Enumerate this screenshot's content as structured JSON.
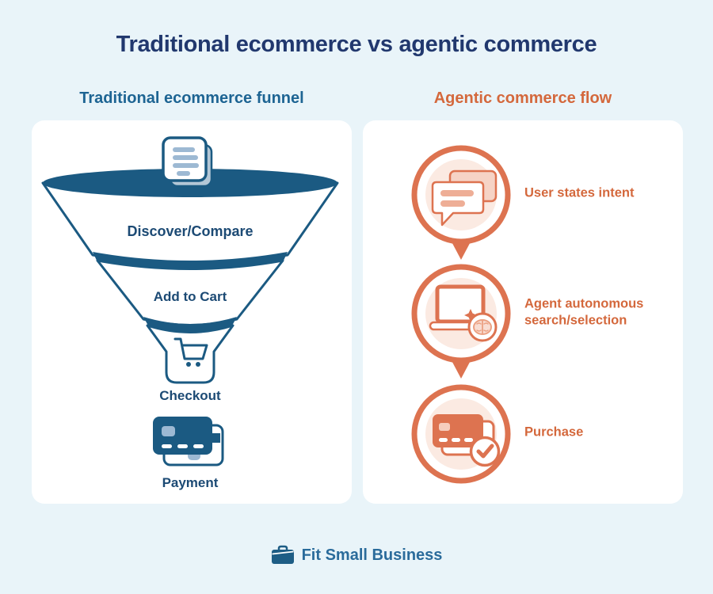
{
  "title": "Traditional ecommerce vs agentic commerce",
  "left_panel": {
    "heading": "Traditional ecommerce funnel",
    "stages": [
      {
        "label": "Discover/Compare",
        "icon": "document-icon"
      },
      {
        "label": "Add to Cart"
      },
      {
        "label": "Checkout",
        "icon": "shopping-cart-icon"
      },
      {
        "label": "Payment",
        "icon": "credit-card-icon"
      }
    ]
  },
  "right_panel": {
    "heading": "Agentic commerce flow",
    "steps": [
      {
        "label": "User states intent",
        "icon": "chat-bubbles-icon"
      },
      {
        "label": "Agent autonomous search/selection",
        "icon": "laptop-ai-brain-icon"
      },
      {
        "label": "Purchase",
        "icon": "credit-card-check-icon"
      }
    ]
  },
  "footer": {
    "brand": "Fit Small Business",
    "icon": "briefcase-icon"
  },
  "colors": {
    "background": "#e9f4f9",
    "panel": "#ffffff",
    "title_navy": "#21386e",
    "heading_blue": "#1d6493",
    "funnel_blue": "#1b5a82",
    "funnel_text_navy": "#1c4a74",
    "light_blue_accent": "#9db9d3",
    "orange": "#dd7350",
    "orange_text": "#d4683c",
    "peach_light": "#fbeae2",
    "peach_mid": "#f6d3c5",
    "peach_line": "#eeae96"
  }
}
